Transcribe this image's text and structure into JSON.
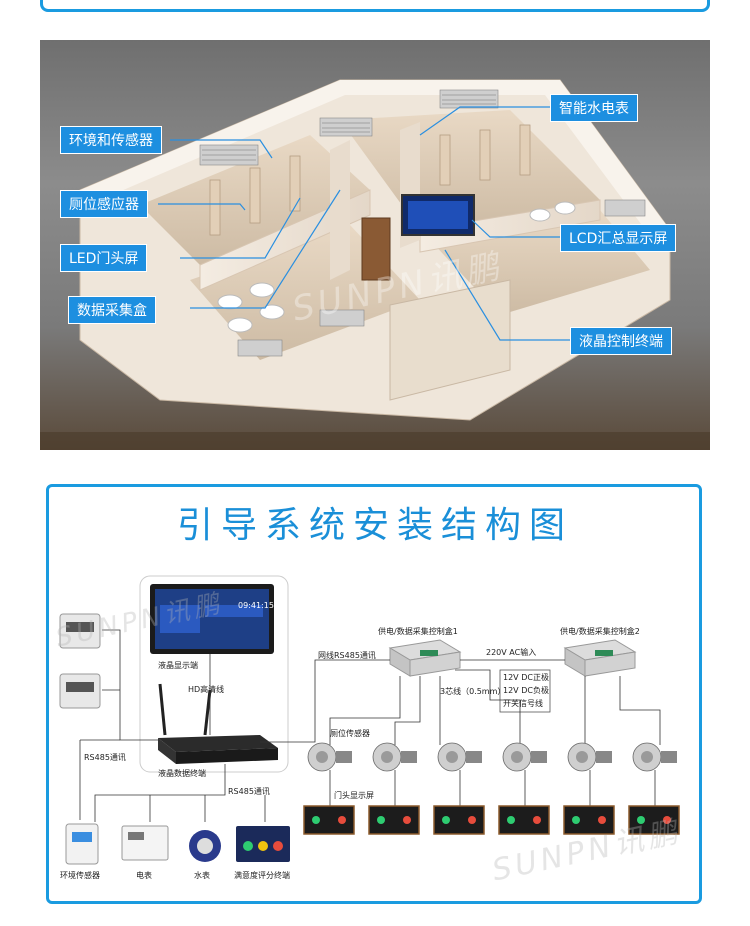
{
  "callouts": {
    "env_sensor": "环境和传感器",
    "stall_sensor": "厕位感应器",
    "led_door": "LED门头屏",
    "data_box": "数据采集盒",
    "water_meter": "智能水电表",
    "lcd_screen": "LCD汇总显示屏",
    "lcd_terminal": "液晶控制终端"
  },
  "diagram": {
    "title": "引导系统安装结构图",
    "lcd_display": "液晶显示端",
    "hd_cable": "HD高清线",
    "lcd_data_terminal": "液晶数据终端",
    "rs485_1": "RS485通讯",
    "rs485_2": "RS485通讯",
    "net_rs485": "网线RS485通讯",
    "box1": "供电/数据采集控制盒1",
    "box2": "供电/数据采集控制盒2",
    "ac_input": "220V AC输入",
    "three_core": "3芯线（0.5mm）",
    "dc_pos": "12V DC正极",
    "dc_neg": "12V DC负极",
    "switch_sig": "开关信号线",
    "stall_sensor_label": "厕位传感器",
    "door_screen_label": "门头显示屏",
    "env_sensor": "环境传感器",
    "power_meter": "电表",
    "water_meter": "水表",
    "satisfaction": "满意度评分终端",
    "screen_time": "09:41:15",
    "watermark": "SUNPN讯鹏"
  }
}
